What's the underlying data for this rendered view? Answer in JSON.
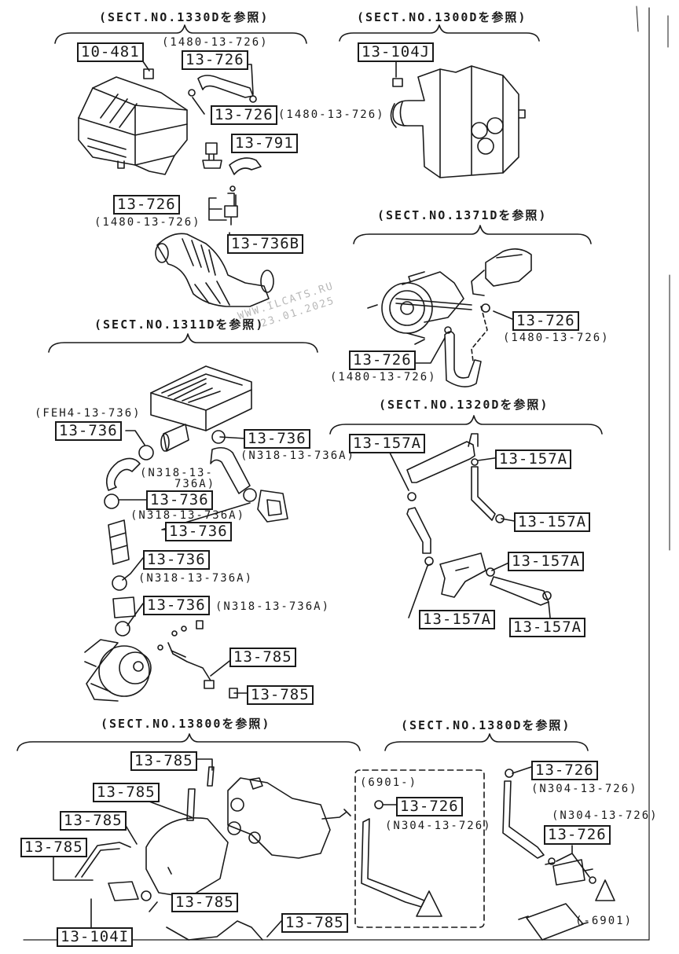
{
  "sections": {
    "s1330": "(SECT.NO.1330Dを参照)",
    "s1300": "(SECT.NO.1300Dを参照)",
    "s1371": "(SECT.NO.1371Dを参照)",
    "s1311": "(SECT.NO.1311Dを参照)",
    "s1320": "(SECT.NO.1320Dを参照)",
    "s1380": "(SECT.NO.13800を参照)",
    "s1380d": "(SECT.NO.1380Dを参照)"
  },
  "labels": {
    "p10481": "10-481",
    "p13726_a": "13-726",
    "p13726_b": "13-726",
    "p13791": "13-791",
    "p13726_c": "13-726",
    "p13736b": "13-736B",
    "p13104j": "13-104J",
    "p13726_d": "13-726",
    "p13726_e": "13-726",
    "p13736_a": "13-736",
    "p13736_b": "13-736",
    "p13736_c": "13-736",
    "p13736_d": "13-736",
    "p13736_e": "13-736",
    "p13736_f": "13-736",
    "p13785_a": "13-785",
    "p13785_b": "13-785",
    "p13157a_a": "13-157A",
    "p13157a_b": "13-157A",
    "p13157a_c": "13-157A",
    "p13157a_d": "13-157A",
    "p13157a_e": "13-157A",
    "p13157a_f": "13-157A",
    "p13785_c": "13-785",
    "p13785_d": "13-785",
    "p13785_e": "13-785",
    "p13785_f": "13-785",
    "p13785_g": "13-785",
    "p13785_h": "13-785",
    "p13104i": "13-104I",
    "p13726_f": "13-726",
    "p13726_g": "13-726",
    "p13726_h": "13-726"
  },
  "notes": {
    "n1": "(1480-13-726)",
    "n2": "(1480-13-726)",
    "n3": "(1480-13-726)",
    "n4": "(1480-13-726)",
    "n5": "(1480-13-726)",
    "n6": "(FEH4-13-736)",
    "n7": "(N318-13-736A)",
    "n8a": "(N318-13-",
    "n8b": "736A)",
    "n9": "(N318-13-736A)",
    "n10": "(N318-13-736A)",
    "n11": "(N318-13-736A)",
    "n12": "(N304-13-726)",
    "n13": "(N304-13-726)",
    "n14": "(N304-13-726)",
    "n15": "(6901-)",
    "n16": "(-6901)"
  },
  "watermark": {
    "line1": "WWW.ILCATS.RU",
    "line2": "23.01.2025"
  },
  "colors": {
    "ink": "#1a1a1a",
    "watermark": "#b8b8b8"
  }
}
